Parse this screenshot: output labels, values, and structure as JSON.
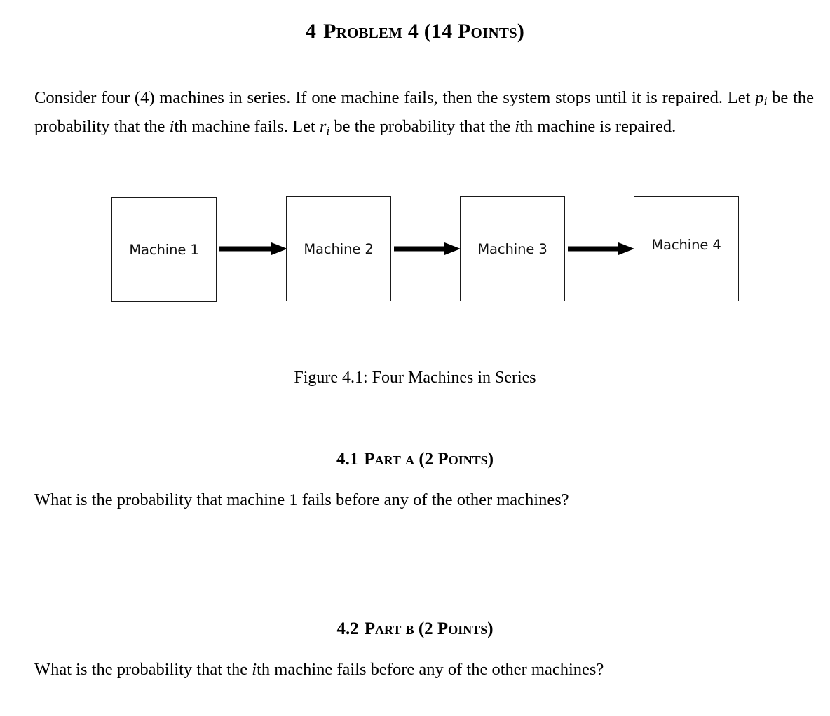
{
  "document": {
    "section": {
      "number": "4",
      "title": "Problem 4 (14 Points)"
    },
    "intro": {
      "part1": "Consider four (4) machines in series. If one machine fails, then the system stops until it is repaired. Let ",
      "var_p": "p",
      "var_p_sub": "i",
      "part2": " be the probability that the ",
      "var_i1": "i",
      "part3": "th machine fails. Let ",
      "var_r": "r",
      "var_r_sub": "i",
      "part4": " be the probability that the ",
      "var_i2": "i",
      "part5": "th machine is repaired."
    },
    "figure": {
      "boxes": [
        {
          "label": "Machine 1"
        },
        {
          "label": "Machine 2"
        },
        {
          "label": "Machine 3"
        },
        {
          "label": "Machine 4"
        }
      ],
      "arrows": [
        {
          "name": "arrow-1-to-2"
        },
        {
          "name": "arrow-2-to-3"
        },
        {
          "name": "arrow-3-to-4"
        }
      ],
      "caption": "Figure 4.1: Four Machines in Series"
    },
    "subsections": [
      {
        "number": "4.1",
        "title": "Part a (2 Points)",
        "question_part1": "What is the probability that machine 1 fails before any of the other machines?"
      },
      {
        "number": "4.2",
        "title": "Part b (2 Points)",
        "question_part1": "What is the probability that the ",
        "question_var": "i",
        "question_part2": "th machine fails before any of the other machines?"
      }
    ]
  },
  "colors": {
    "background": "#ffffff",
    "text": "#000000",
    "box_border": "#1a1a1a",
    "arrow": "#000000"
  }
}
